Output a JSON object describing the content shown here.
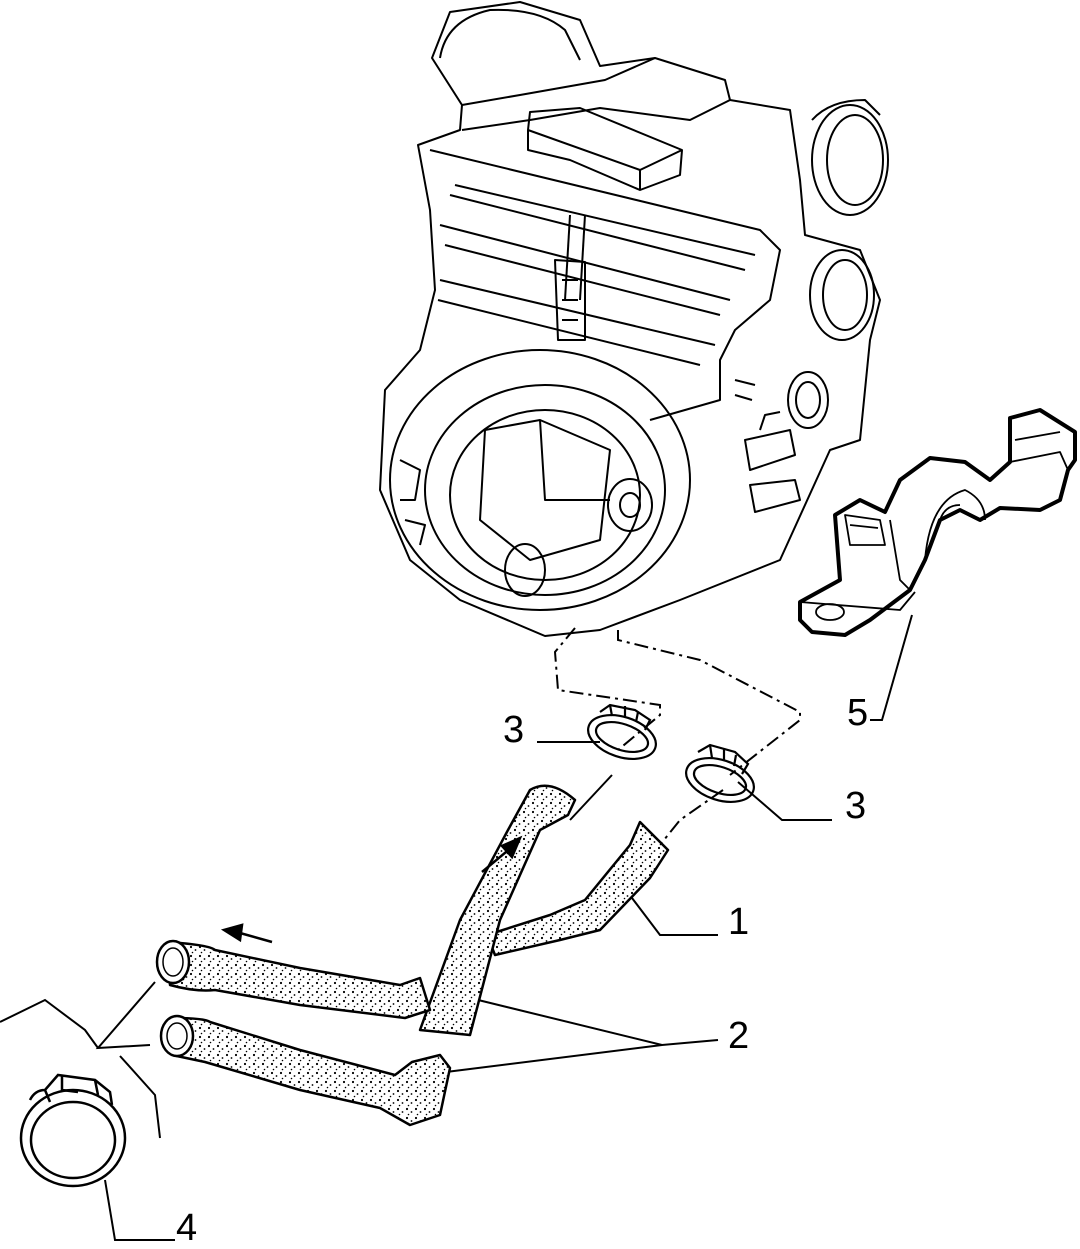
{
  "diagram": {
    "colors": {
      "ink": "#000000",
      "paper": "#ffffff"
    },
    "callouts": [
      {
        "id": "c1",
        "text": "1"
      },
      {
        "id": "c2",
        "text": "2"
      },
      {
        "id": "c3a",
        "text": "3"
      },
      {
        "id": "c3b",
        "text": "3"
      },
      {
        "id": "c4",
        "text": "4"
      },
      {
        "id": "c5",
        "text": "5"
      }
    ]
  }
}
